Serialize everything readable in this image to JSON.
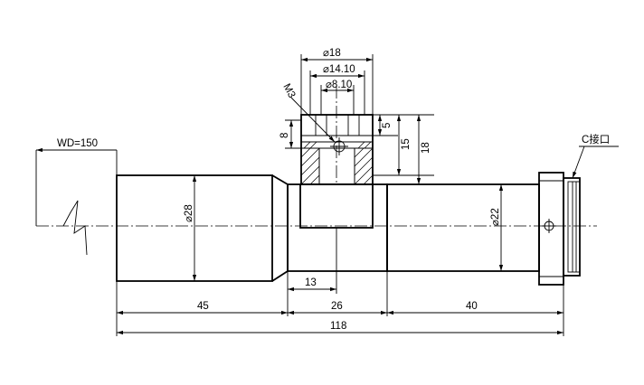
{
  "drawing": {
    "dimensions": {
      "top_dia_outer": "⌀18",
      "top_dia_mid": "⌀14.10",
      "top_dia_inner": "⌀8.10",
      "thread": "M3",
      "height_5": "5",
      "height_8": "8",
      "height_15": "15",
      "height_18": "18",
      "working_distance": "WD=150",
      "front_dia": "⌀28",
      "rear_dia": "⌀22",
      "mount": "C接口",
      "len_13": "13",
      "len_45": "45",
      "len_26": "26",
      "len_40": "40",
      "len_total": "118"
    }
  }
}
